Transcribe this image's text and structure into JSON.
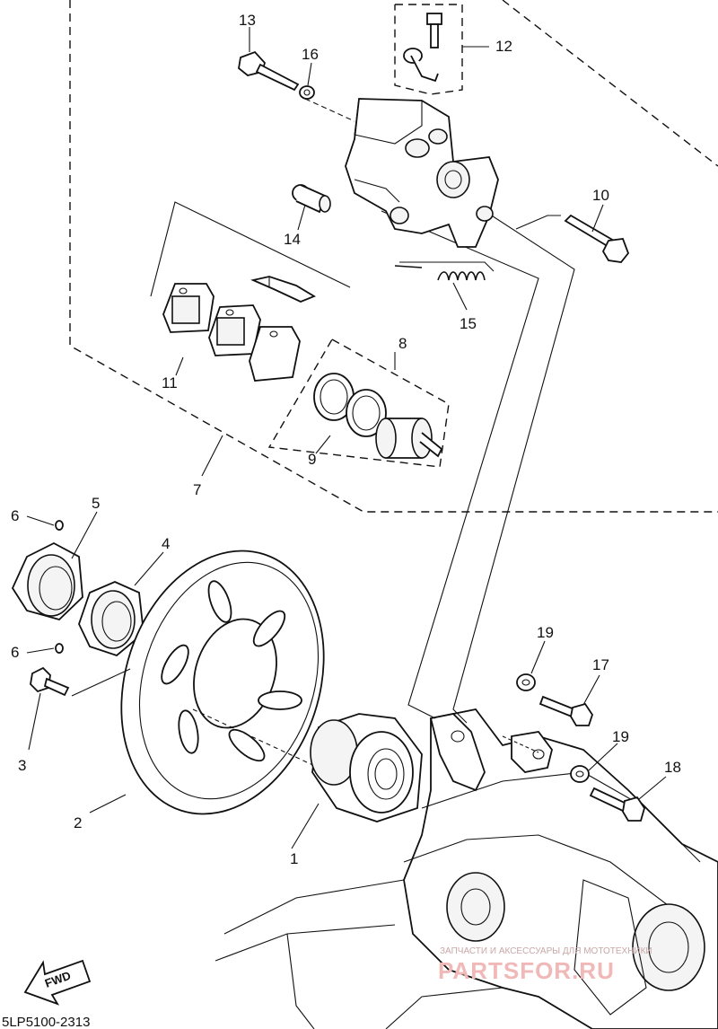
{
  "diagram": {
    "code": "5LP5100-2313",
    "fwd_label": "FWD",
    "watermark": {
      "line1": "ЗАПЧАСТИ И АКСЕССУАРЫ ДЛЯ МОТОТЕХНИКИ",
      "line2": "PARTSFOR.RU"
    },
    "callouts": [
      "1",
      "2",
      "3",
      "4",
      "5",
      "6",
      "6",
      "7",
      "8",
      "9",
      "10",
      "11",
      "12",
      "13",
      "14",
      "15",
      "16",
      "17",
      "18",
      "19",
      "19"
    ]
  }
}
